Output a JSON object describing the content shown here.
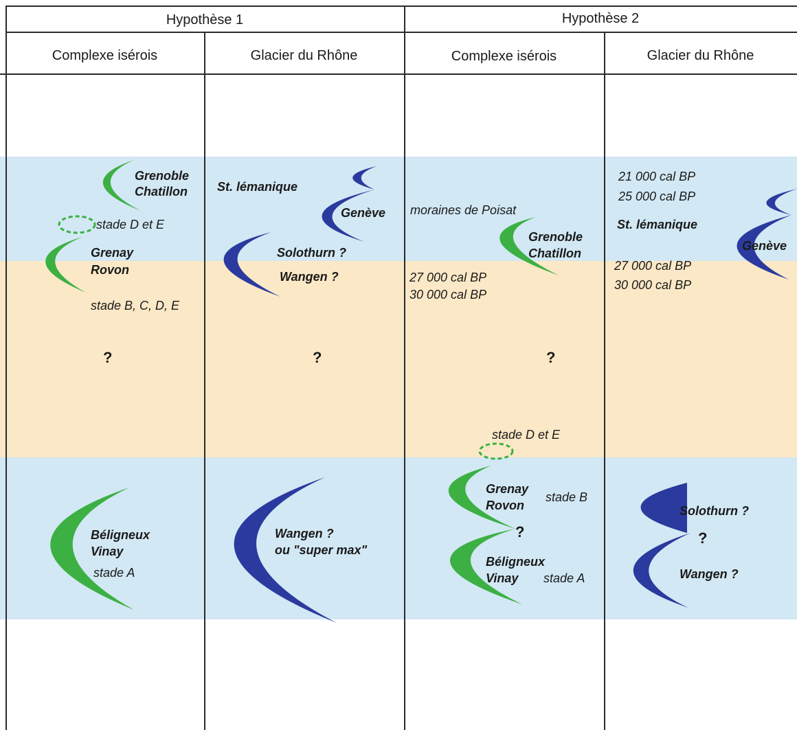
{
  "colors": {
    "green": "#3cb043",
    "blue": "#2a3a9e",
    "band_blue": "#d2e8f4",
    "band_orange": "#fbe8c6"
  },
  "headers": {
    "h1": "Hypothèse 1",
    "h2": "Hypothèse 2",
    "col1": "Complexe isérois",
    "col2": "Glacier du Rhône",
    "col3": "Complexe isérois",
    "col4": "Glacier du Rhône"
  },
  "h1": {
    "iserois": {
      "grenoble": "Grenoble",
      "chatillon": "Chatillon",
      "stade_de": "stade D et E",
      "grenay": "Grenay",
      "rovon": "Rovon",
      "stade_bcde": "stade B, C, D, E",
      "q": "?",
      "beligneux": "Béligneux",
      "vinay": "Vinay",
      "stade_a": "stade A"
    },
    "rhone": {
      "st_lemanique": "St. lémanique",
      "geneve": "Genève",
      "solothurn": "Solothurn ?",
      "wangen": "Wangen ?",
      "q": "?",
      "wangen2": "Wangen ?",
      "super_max": "ou \"super max\""
    }
  },
  "h2": {
    "iserois": {
      "poisat": "moraines de Poisat",
      "grenoble": "Grenoble",
      "chatillon": "Chatillon",
      "date27": "27 000 cal  BP",
      "date30": "30 000  cal BP",
      "q": "?",
      "stade_de": "stade D et E",
      "grenay": "Grenay",
      "rovon": "Rovon",
      "stade_b": "stade B",
      "q2": "?",
      "beligneux": "Béligneux",
      "vinay": "Vinay",
      "stade_a": "stade A"
    },
    "rhone": {
      "date21": "21 000 cal  BP",
      "date25": "25 000  cal BP",
      "st_lemanique": "St. lémanique",
      "geneve": "Genève",
      "date27": "27 000 cal  BP",
      "date30": "30 000 cal BP",
      "solothurn": "Solothurn ?",
      "q": "?",
      "wangen": "Wangen ?"
    }
  }
}
